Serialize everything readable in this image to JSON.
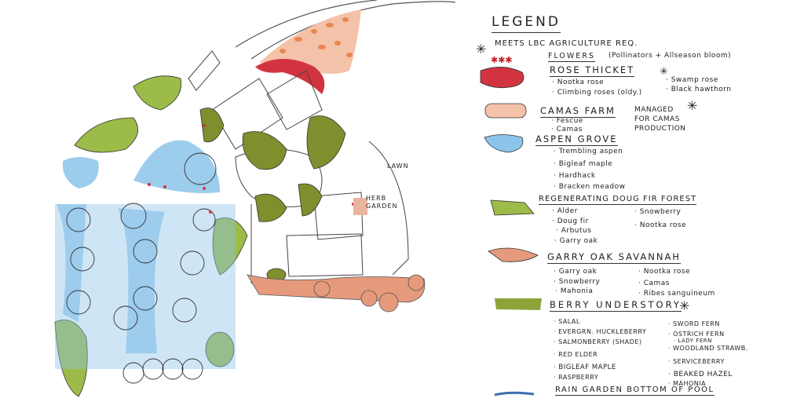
{
  "map_labels": {
    "lawn": "LAWN",
    "herb_garden": "HERB GARDEN"
  },
  "legend": {
    "title": "LEGEND",
    "note": "MEETS LBC AGRICULTURE REQ.",
    "flowers": {
      "label": "FLOWERS",
      "note": "(Pollinators + Allseason bloom)"
    },
    "rose_thicket": {
      "label": "ROSE THICKET",
      "items": [
        "Nootka rose",
        "Climbing roses (oldy.)",
        "Swamp rose",
        "Black hawthorn"
      ]
    },
    "camas_farm": {
      "label": "CAMAS FARM",
      "note": "MANAGED FOR CAMAS PRODUCTION",
      "items": [
        "Fescue",
        "Camas"
      ]
    },
    "aspen_grove": {
      "label": "ASPEN GROVE",
      "items": [
        "Trembling aspen",
        "Bigleaf maple",
        "Hardhack",
        "Bracken meadow"
      ]
    },
    "doug_fir": {
      "label": "REGENERATING DOUG FIR FOREST",
      "items": [
        "Alder",
        "Doug fir",
        "Arbutus",
        "Garry oak",
        "Snowberry",
        "Nootka rose"
      ]
    },
    "garry_oak": {
      "label": "GARRY OAK SAVANNAH",
      "items": [
        "Garry oak",
        "Snowberry",
        "Mahonia",
        "Nootka rose",
        "Camas",
        "Ribes sanguineum"
      ]
    },
    "berry": {
      "label": "BERRY UNDERSTORY",
      "items": [
        "SALAL",
        "EVERGRN. HUCKLEBERRY",
        "SALMONBERRY (SHADE)",
        "RED ELDER",
        "BIGLEAF MAPLE",
        "RASPBERRY",
        "SWORD FERN",
        "OSTRICH FERN",
        "LADY FERN",
        "WOODLAND STRAWB.",
        "SERVICEBERRY",
        "BEAKED HAZEL",
        "MAHONIA"
      ]
    },
    "rain_garden": {
      "label": "RAIN GARDEN BOTTOM OF POOL"
    }
  },
  "colors": {
    "rose": "#d2343f",
    "camas": "#f1a07a",
    "aspen": "#8cc4ea",
    "fir": "#9cbb48",
    "oak": "#e59a7c",
    "berry": "#8ea23a",
    "rain": "#3a6fb0"
  }
}
